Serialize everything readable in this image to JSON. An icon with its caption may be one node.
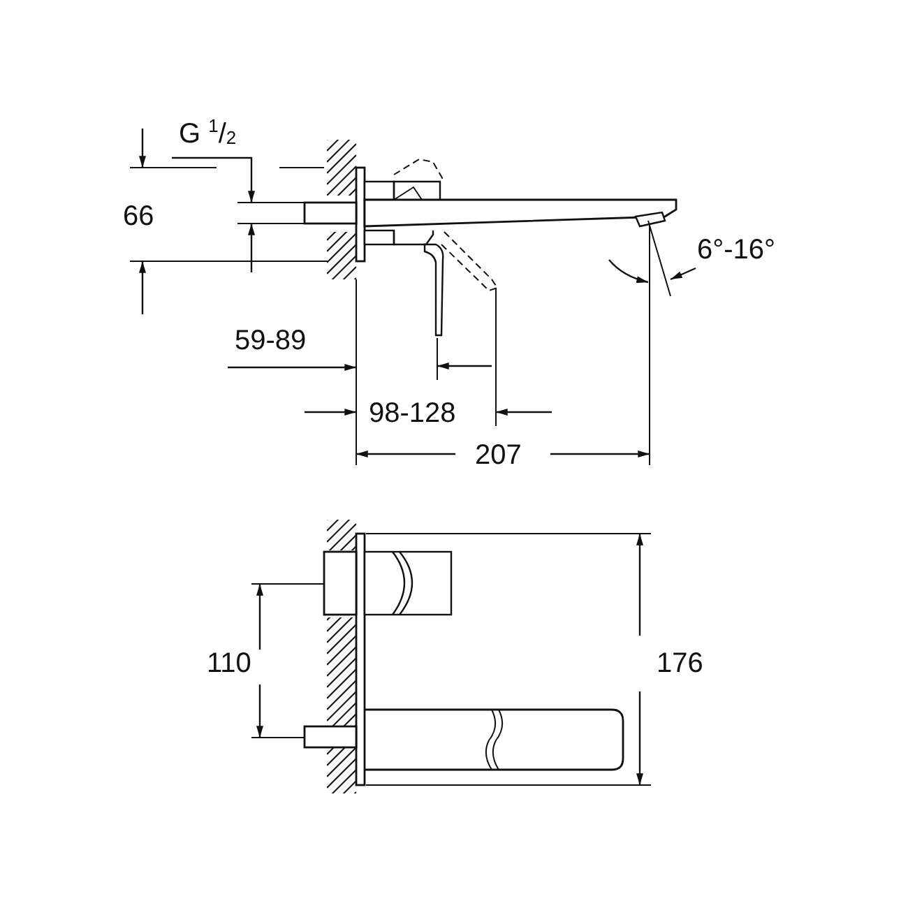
{
  "diagram": {
    "labels": [
      "G $^{1}$/$_{2}$",
      "66",
      "6°-16°",
      "59-89",
      "98-128",
      "207",
      "110",
      "176"
    ]
  }
}
